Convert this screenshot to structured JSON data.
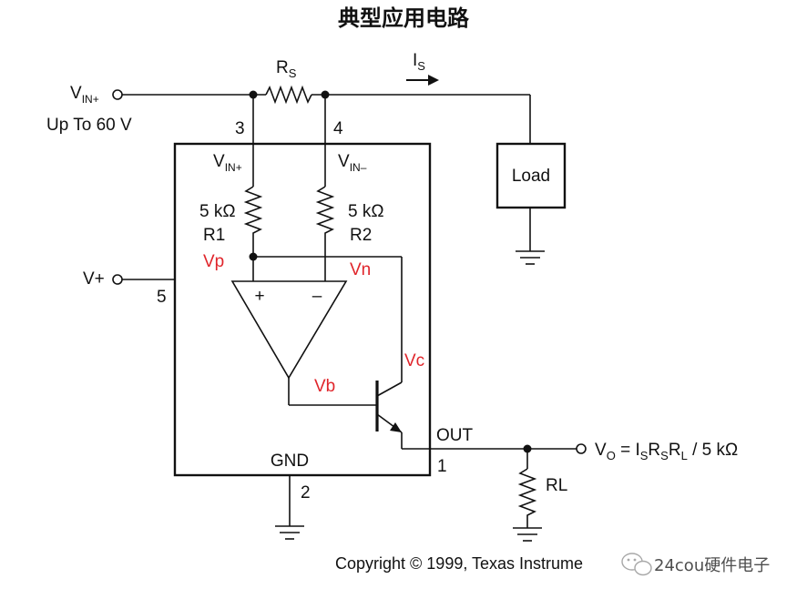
{
  "title": "典型应用电路",
  "labels": {
    "rs": "R",
    "rs_sub": "S",
    "is": "I",
    "is_sub": "S",
    "vin_plus": "V",
    "vin_plus_sub": "IN+",
    "up_to": "Up To 60 V",
    "pin3": "3",
    "pin4": "4",
    "vin_int_plus": "V",
    "vin_int_plus_sub": "IN+",
    "vin_int_minus": "V",
    "vin_int_minus_sub": "IN–",
    "load": "Load",
    "r1_value": "5 kΩ",
    "r1_name": "R1",
    "r2_value": "5 kΩ",
    "r2_name": "R2",
    "vp": "Vp",
    "vn": "Vn",
    "vplus": "V+",
    "pin5": "5",
    "opamp_plus": "+",
    "opamp_minus": "–",
    "vc": "Vc",
    "vb": "Vb",
    "out": "OUT",
    "pin1": "1",
    "vo_v": "V",
    "vo_sub": "O",
    "vo_eq": " = I",
    "vo_s1": "S",
    "vo_r1": "R",
    "vo_s2": "S",
    "vo_r2": "R",
    "vo_l": "L",
    "vo_tail": " / 5 kΩ",
    "gnd": "GND",
    "pin2": "2",
    "rl": "RL",
    "copyright": "Copyright © 1999, Texas Instrume",
    "watermark": "24cou硬件电子"
  },
  "colors": {
    "ink": "#111111",
    "red_label": "#e0252b"
  },
  "icons": [
    "arrow-right-icon",
    "ground-icon",
    "wechat-icon",
    "resistor-icon",
    "npn-transistor-icon",
    "op-amp-icon"
  ]
}
